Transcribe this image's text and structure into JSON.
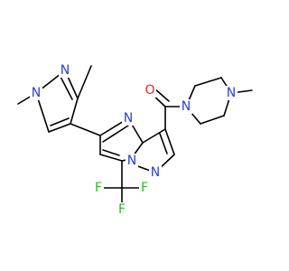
{
  "colors": {
    "carbon_bond": "#000000",
    "nitrogen": "#2a3fd6",
    "oxygen": "#e8281d",
    "fluorine": "#2fb52f",
    "background": "#ffffff"
  },
  "atoms": {
    "n_pz1_methyl": "N",
    "n_pz2": "N",
    "n_pyrimidine": "N",
    "n_pyrazole_bridge": "N",
    "n_pyrazole": "N",
    "o_carbonyl": "O",
    "n_piperazine_1": "N",
    "n_piperazine_4": "N",
    "f_1": "F",
    "f_2": "F",
    "f_3": "F"
  }
}
